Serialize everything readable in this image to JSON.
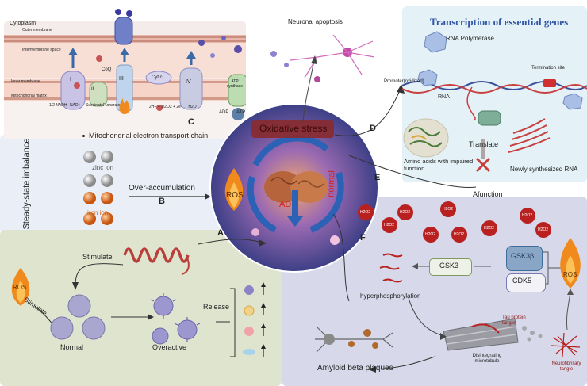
{
  "mito": {
    "cytoplasm": "Cytoplasm",
    "outer_membrane": "Outer membrane",
    "intermembrane_space": "Intermembrane space",
    "inner_membrane": "Inner membrane",
    "matrix": "Mitochondrial matrix",
    "complex_labels": [
      "I",
      "II",
      "III",
      "IV"
    ],
    "coq": "CoQ",
    "cytc": "Cyt c",
    "atp_synthase": "ATP synthase",
    "adp": "ADP",
    "atp": "ATP",
    "nadh": "1/2 NADH",
    "nad": "NAD+",
    "succinate": "Succinate",
    "fumarate": "Fumarate",
    "water_eq": "2H+ + 1/2O2 + 2e- → H2O",
    "chain_title": "Mitochondrial electron transport chain",
    "letter": "C"
  },
  "left": {
    "steady_state": "Steady-state imbalance",
    "zinc": "zinc ion",
    "iron": "iron ion",
    "over_accumulation": "Over-accumulation",
    "letter_b": "B"
  },
  "center": {
    "neuronal_apoptosis": "Neuronal apoptosis",
    "oxidative_stress": "Oxidative stress",
    "ros": "ROS",
    "ad": "AD",
    "normal": "normal",
    "letter_a": "A",
    "letter_d": "D",
    "letter_e": "E",
    "letter_f": "F"
  },
  "transcription": {
    "title": "Transcription of essential genes",
    "rna_polymerase": "RNA Polymerase",
    "promoter": "Promoter(oxidized)",
    "rna": "RNA",
    "termination": "Termination site",
    "translate": "Translate",
    "amino_acids": "Amino acids with impaired function",
    "newly_rna": "Newly synthesized RNA",
    "afunction": "Afunction"
  },
  "microglia": {
    "stimulate_top": "Stimulate",
    "ros": "ROS",
    "stimulate_side": "Stimulate",
    "normal": "Normal",
    "overactive": "Overactive",
    "release": "Release"
  },
  "tau": {
    "h2o2": "H2O2",
    "gsk3": "GSK3",
    "gsk3b": "GSK3β",
    "cdk5": "CDK5",
    "ros": "ROS",
    "hyper": "hyperphosphorylation",
    "tau_tangle": "Tau protein tangle",
    "microtubule": "Disintegrating microtubule",
    "neurofibrillary": "Neurofibrillary tangle",
    "amyloid": "Amyloid beta plaques"
  },
  "colors": {
    "mito_bg": "#f3ecea",
    "transcription_bg": "#e4f1f6",
    "microglia_bg": "#dfe4cf",
    "tau_bg": "#d7d9ea",
    "left_bg": "#e9eef7",
    "ros_orange": "#f08a1c",
    "h2o2_red": "#b8211f",
    "circle_blue": "#2b62b5"
  }
}
